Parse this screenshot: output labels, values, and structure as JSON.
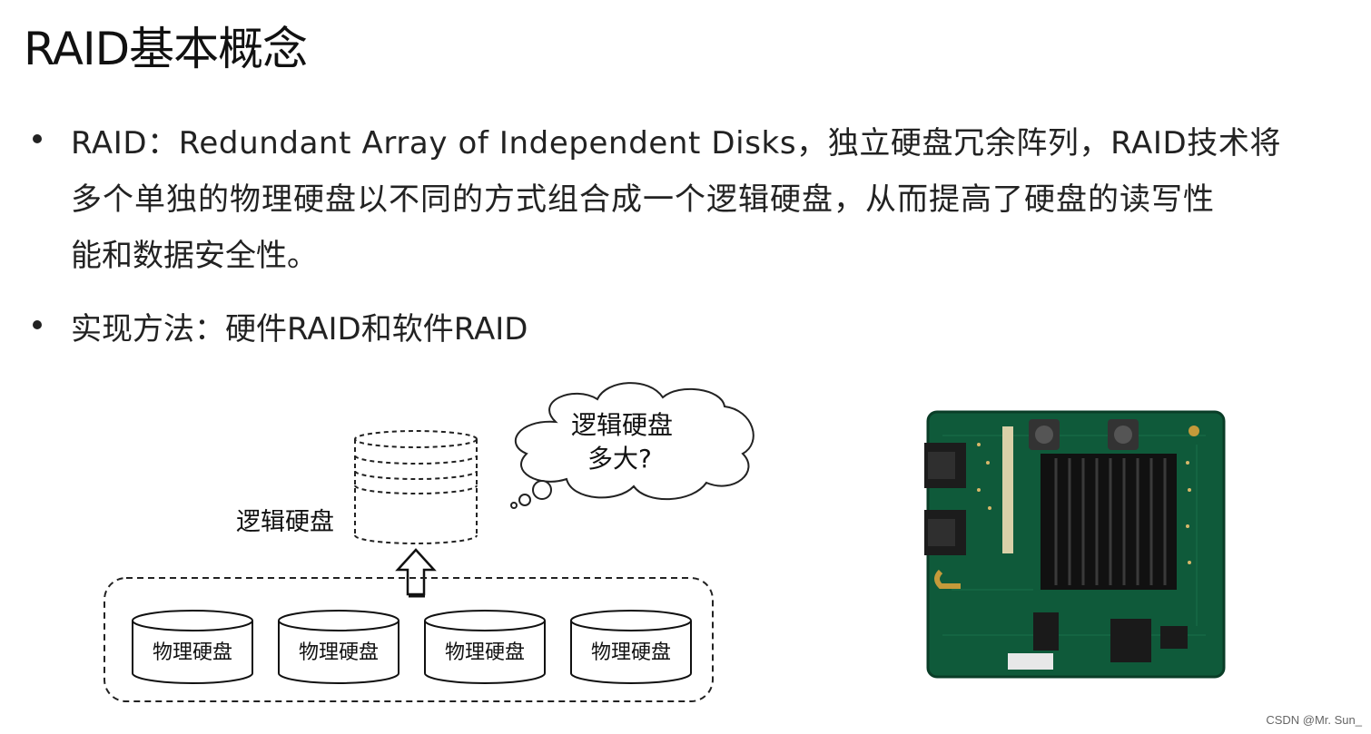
{
  "slide": {
    "title": "RAID基本概念",
    "bullets": [
      {
        "lines": [
          "RAID：Redundant Array of Independent Disks，独立硬盘冗余阵列，RAID技术将",
          "多个单独的物理硬盘以不同的方式组合成一个逻辑硬盘，从而提高了硬盘的读写性",
          "能和数据安全性。"
        ]
      },
      {
        "lines": [
          "实现方法：硬件RAID和软件RAID"
        ]
      }
    ]
  },
  "diagram": {
    "logical_disk_label": "逻辑硬盘",
    "cloud_line1": "逻辑硬盘",
    "cloud_line2": "多大?",
    "physical_disks": [
      "物理硬盘",
      "物理硬盘",
      "物理硬盘",
      "物理硬盘"
    ]
  },
  "photo": {
    "subject": "RAID controller card"
  },
  "credit": "CSDN @Mr. Sun_"
}
